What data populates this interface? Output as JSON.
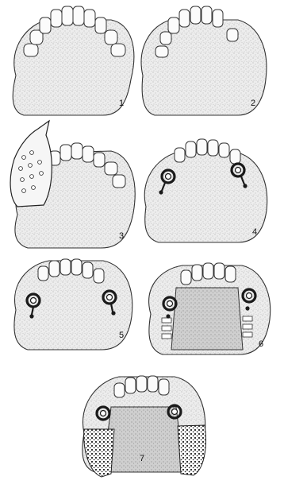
{
  "figure": {
    "panels": [
      {
        "label": "1"
      },
      {
        "label": "2"
      },
      {
        "label": "3"
      },
      {
        "label": "4"
      },
      {
        "label": "5"
      },
      {
        "label": "6"
      },
      {
        "label": "7"
      }
    ],
    "colors": {
      "outline": "#333333",
      "stipple": "#9a9a9a",
      "clasp": "#1a1a1a",
      "base": "#c8c8c8",
      "background": "#ffffff"
    }
  }
}
